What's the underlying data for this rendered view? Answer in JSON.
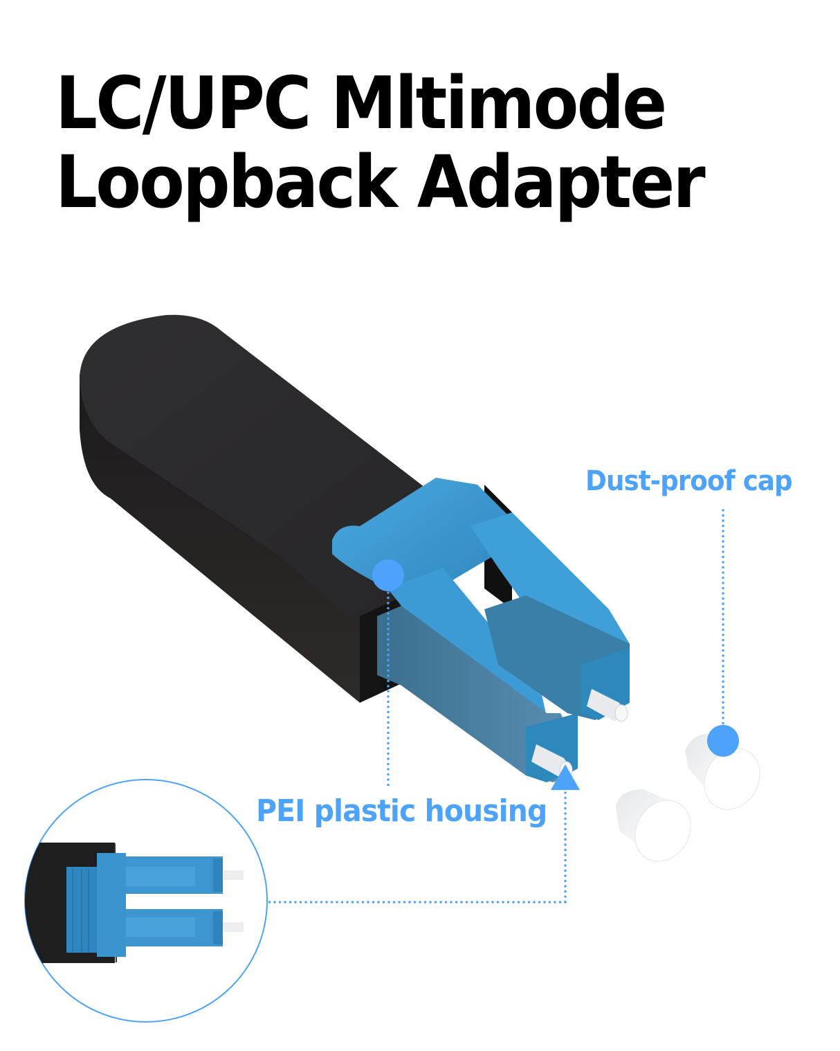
{
  "title": {
    "line1": "LC/UPC Mltimode",
    "line2": "Loopback Adapter"
  },
  "callouts": {
    "dust_cap": "Dust-proof cap",
    "housing": "PEI plastic housing"
  },
  "colors": {
    "accent": "#4da3fa",
    "connector_blue": "#3a9bd6",
    "connector_shadow": "#2a6f9c",
    "housing_black": "#2b2a2b",
    "cap_white": "#f3f4f6"
  },
  "icons": {
    "callout_marker": "circle-dot-icon",
    "pointer": "triangle-up-icon"
  }
}
